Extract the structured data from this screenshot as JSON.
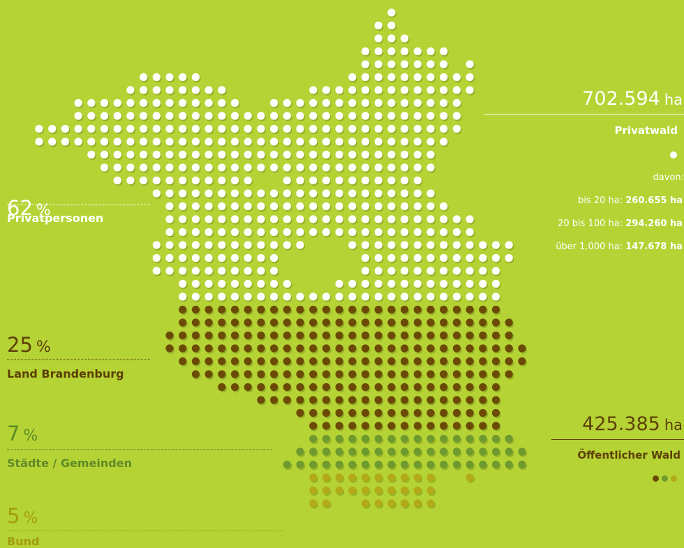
{
  "colors": {
    "background": "#b5d334",
    "privat": "#ffffff",
    "land": "#6b4a06",
    "staedte": "#6f9a2e",
    "bund": "#b2aa18"
  },
  "chart_data": {
    "type": "dot-map",
    "categories": [
      {
        "key": "privat",
        "percent": "62",
        "unit": "%",
        "label": "Privatpersonen"
      },
      {
        "key": "land",
        "percent": "25",
        "unit": "%",
        "label": "Land Brandenburg"
      },
      {
        "key": "staedte",
        "percent": "7",
        "unit": "%",
        "label": "Städte / Gemeinden"
      },
      {
        "key": "bund",
        "percent": "5",
        "unit": "%",
        "label": "Bund"
      }
    ],
    "privatwald": {
      "value": "702.594",
      "unit": "ha",
      "label": "Privatwald",
      "davon": "davon:",
      "breakdown": [
        {
          "label": "bis 20 ha:",
          "value": "260.655 ha"
        },
        {
          "label": "20 bis 100 ha:",
          "value": "294.260 ha"
        },
        {
          "label": "über 1.000 ha:",
          "value": "147.678 ha"
        }
      ]
    },
    "oeffentlich": {
      "value": "425.385",
      "unit": "ha",
      "label": "Öffentlicher Wald"
    }
  }
}
